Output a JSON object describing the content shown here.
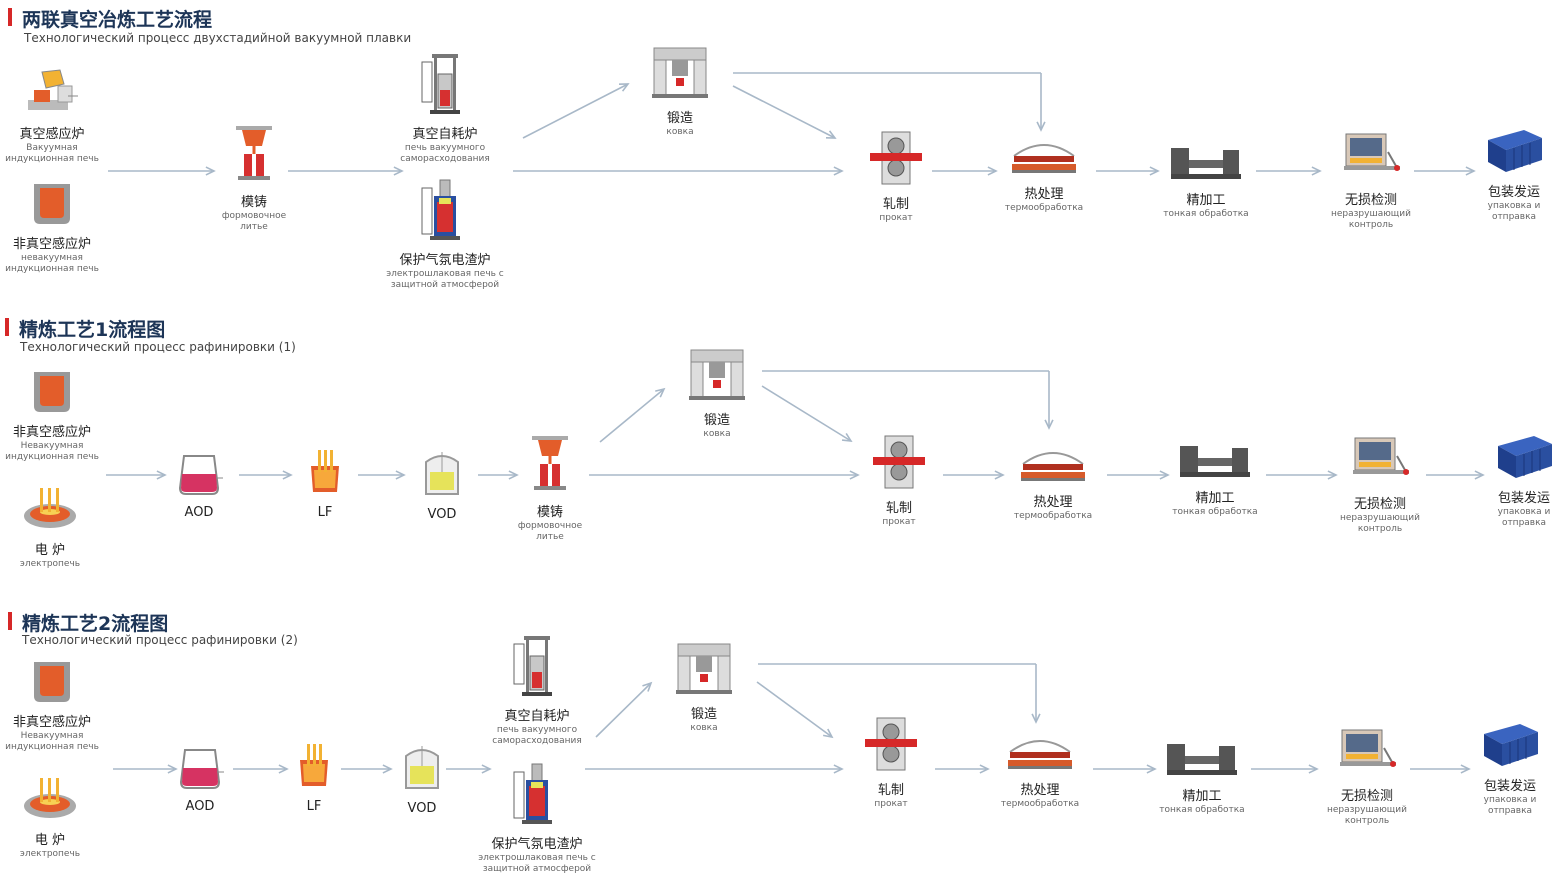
{
  "sections": [
    {
      "title": "两联真空冶炼工艺流程",
      "subtitle": "Технологический процесс двухстадийной вакуумной плавки",
      "nodes": [
        {
          "icon": "vacuum-induction-furnace-icon",
          "name": "真空感应炉",
          "ru": "Вакуумная\nиндукционная печь"
        },
        {
          "icon": "induction-furnace-icon",
          "name": "非真空感应炉",
          "ru": "невакуумная\nиндукционная печь"
        },
        {
          "icon": "mold-casting-icon",
          "name": "模铸",
          "ru": "формовочное\nлитье"
        },
        {
          "icon": "vacuum-arc-remelting-icon",
          "name": "真空自耗炉",
          "ru": "печь вакуумного\nсаморасходования"
        },
        {
          "icon": "electroslag-furnace-icon",
          "name": "保护气氛电渣炉",
          "ru": "электрошлаковая печь с\nзащитной атмосферой"
        },
        {
          "icon": "forging-press-icon",
          "name": "锻造",
          "ru": "ковка"
        },
        {
          "icon": "rolling-mill-icon",
          "name": "轧制",
          "ru": "прокат"
        },
        {
          "icon": "heat-treatment-icon",
          "name": "热处理",
          "ru": "термообработка"
        },
        {
          "icon": "machining-lathe-icon",
          "name": "精加工",
          "ru": "тонкая обработка"
        },
        {
          "icon": "ndt-monitor-icon",
          "name": "无损检测",
          "ru": "неразрушающий\nконтроль"
        },
        {
          "icon": "shipping-container-icon",
          "name": "包装发运",
          "ru": "упаковка и\nотправка"
        }
      ]
    },
    {
      "title": "精炼工艺1流程图",
      "subtitle": "Технологический процесс рафинировки (1)",
      "nodes": [
        {
          "icon": "induction-furnace-icon",
          "name": "非真空感应炉",
          "ru": "Невакуумная\nиндукционная печь"
        },
        {
          "icon": "electric-furnace-icon",
          "name": "电 炉",
          "ru": "электропечь"
        },
        {
          "icon": "aod-converter-icon",
          "name": "AOD",
          "ru": ""
        },
        {
          "icon": "lf-ladle-icon",
          "name": "LF",
          "ru": ""
        },
        {
          "icon": "vod-vessel-icon",
          "name": "VOD",
          "ru": ""
        },
        {
          "icon": "mold-casting-icon",
          "name": "模铸",
          "ru": "формовочное\nлитье"
        },
        {
          "icon": "forging-press-icon",
          "name": "锻造",
          "ru": "ковка"
        },
        {
          "icon": "rolling-mill-icon",
          "name": "轧制",
          "ru": "прокат"
        },
        {
          "icon": "heat-treatment-icon",
          "name": "热处理",
          "ru": "термообработка"
        },
        {
          "icon": "machining-lathe-icon",
          "name": "精加工",
          "ru": "тонкая обработка"
        },
        {
          "icon": "ndt-monitor-icon",
          "name": "无损检测",
          "ru": "неразрушающий\nконтроль"
        },
        {
          "icon": "shipping-container-icon",
          "name": "包装发运",
          "ru": "упаковка и\nотправка"
        }
      ]
    },
    {
      "title": "精炼工艺2流程图",
      "subtitle": "Технологический процесс рафинировки (2)",
      "nodes": [
        {
          "icon": "induction-furnace-icon",
          "name": "非真空感应炉",
          "ru": "Невакуумная\nиндукционная печь"
        },
        {
          "icon": "electric-furnace-icon",
          "name": "电 炉",
          "ru": "электропечь"
        },
        {
          "icon": "aod-converter-icon",
          "name": "AOD",
          "ru": ""
        },
        {
          "icon": "lf-ladle-icon",
          "name": "LF",
          "ru": ""
        },
        {
          "icon": "vod-vessel-icon",
          "name": "VOD",
          "ru": ""
        },
        {
          "icon": "vacuum-arc-remelting-icon",
          "name": "真空自耗炉",
          "ru": "печь вакуумного\nсаморасходования"
        },
        {
          "icon": "electroslag-furnace-icon",
          "name": "保护气氛电渣炉",
          "ru": "электрошлаковая печь с\nзащитной атмосферой"
        },
        {
          "icon": "forging-press-icon",
          "name": "锻造",
          "ru": "ковка"
        },
        {
          "icon": "rolling-mill-icon",
          "name": "轧制",
          "ru": "прокат"
        },
        {
          "icon": "heat-treatment-icon",
          "name": "热处理",
          "ru": "термообработка"
        },
        {
          "icon": "machining-lathe-icon",
          "name": "精加工",
          "ru": "тонкая обработка"
        },
        {
          "icon": "ndt-monitor-icon",
          "name": "无损检测",
          "ru": "неразрушающий\nконтроль"
        },
        {
          "icon": "shipping-container-icon",
          "name": "包装发运",
          "ru": "упаковка и\nотправка"
        }
      ]
    }
  ],
  "colors": {
    "accent": "#d62828",
    "title": "#1d3557",
    "connector": "#a8b8c8",
    "metal": "#e35d2a",
    "steel": "#8a8a8a",
    "container": "#2a4fa0"
  }
}
